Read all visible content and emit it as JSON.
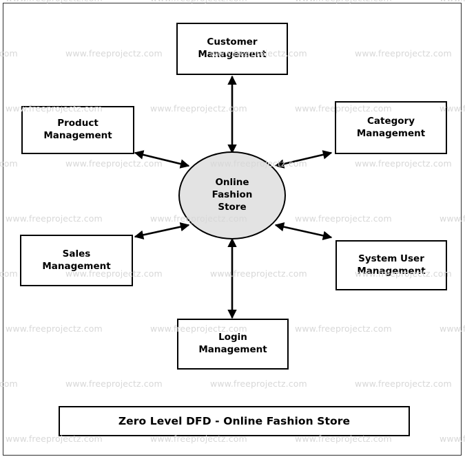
{
  "diagram": {
    "title": "Zero Level DFD - Online Fashion Store",
    "process": {
      "name": "Online Fashion Store",
      "label": "Online\nFashion\nStore",
      "shape": "circle",
      "fill": "#e3e3e3",
      "stroke": "#000000"
    },
    "entities": [
      {
        "id": "customer-management",
        "label": "Customer\nManagement",
        "name": "Customer Management",
        "position": "top"
      },
      {
        "id": "product-management",
        "label": "Product\nManagement",
        "name": "Product Management",
        "position": "top-left"
      },
      {
        "id": "category-management",
        "label": "Category\nManagement",
        "name": "Category Management",
        "position": "top-right"
      },
      {
        "id": "sales-management",
        "label": "Sales\nManagement",
        "name": "Sales Management",
        "position": "bottom-left"
      },
      {
        "id": "system-user-management",
        "label": "System User\nManagement",
        "name": "System User Management",
        "position": "bottom-right"
      },
      {
        "id": "login-management",
        "label": "Login\nManagement",
        "name": "Login Management",
        "position": "bottom"
      }
    ],
    "flows": [
      {
        "from": "Online Fashion Store",
        "to": "Customer Management",
        "direction": "bidirectional"
      },
      {
        "from": "Online Fashion Store",
        "to": "Product Management",
        "direction": "bidirectional"
      },
      {
        "from": "Online Fashion Store",
        "to": "Category Management",
        "direction": "bidirectional"
      },
      {
        "from": "Online Fashion Store",
        "to": "Sales Management",
        "direction": "bidirectional"
      },
      {
        "from": "Online Fashion Store",
        "to": "System User Management",
        "direction": "bidirectional"
      },
      {
        "from": "Online Fashion Store",
        "to": "Login Management",
        "direction": "bidirectional"
      }
    ]
  },
  "watermark": {
    "text": "www.freeprojectz.com",
    "color": "#d8d8d8"
  }
}
